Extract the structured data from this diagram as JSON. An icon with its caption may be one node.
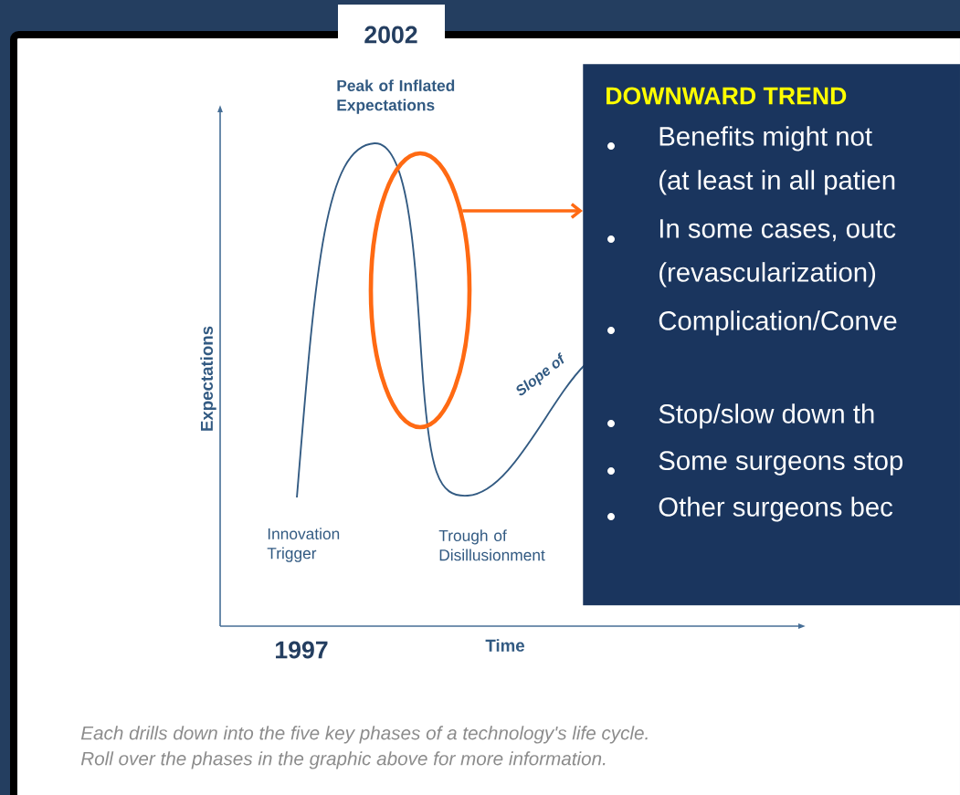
{
  "diagram": {
    "caption": "Each drills down into the five key phases of a technology's life cycle. Roll over the phases in the graphic above for more information.",
    "nodes": [
      {
        "text": [],
        "shape": "ellipse"
      },
      {
        "text": [
          "DOWNWARD TREND",
          "Benefits might not (at least in all patien",
          "In some cases, outc (revascularization)",
          "Complication/Conve",
          "Stop/slow down  th",
          "Some surgeons stop",
          "Other surgeons bec"
        ]
      }
    ],
    "edges": [
      {
        "from": 0,
        "to": 1,
        "arrow": "to",
        "color": "#ff6a13"
      }
    ],
    "labels": [
      "2002",
      "Peak of Inflated Expectations",
      "Expectations",
      "Slope of",
      "Innovation Trigger",
      "Trough of Disillusionment",
      "1997",
      "Time"
    ]
  }
}
